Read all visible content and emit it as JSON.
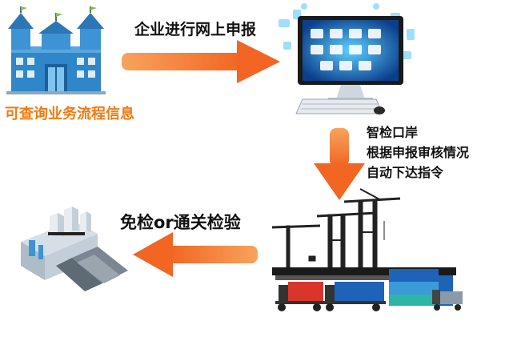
{
  "labels": {
    "online_declaration": "企业进行网上申报",
    "query_business_info": "可查询业务流程信息",
    "smart_port_lines": [
      "智检口岸",
      "根据申报审核情况",
      "自动下达指令"
    ],
    "exempt_or_clearance": "免检or通关检验"
  },
  "colors": {
    "arrow": "#f26522",
    "arrow_light": "#f7a35c",
    "highlight_text": "#f07a12",
    "building": "#2f86c9",
    "building_light": "#7fc4ee",
    "monitor_glow": "#38b6ff",
    "container_red": "#d9362b",
    "container_blue": "#1f63b8"
  },
  "icons": [
    "company-building-icon",
    "computer-monitor-icon",
    "port-crane-icon",
    "factory-icon"
  ]
}
